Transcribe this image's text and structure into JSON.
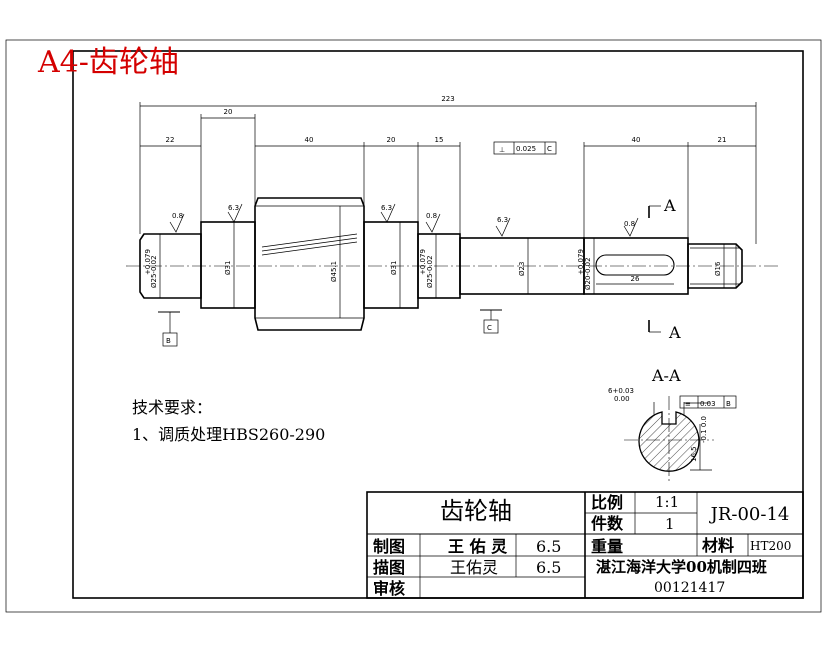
{
  "title": "A4-齿轮轴",
  "dimensions": {
    "overall": "223",
    "d22": "22",
    "d20a": "20",
    "d40a": "40",
    "d20b": "20",
    "d15": "15",
    "d40b": "40",
    "d21": "21",
    "d26": "26"
  },
  "roughness": [
    "0.8",
    "6.3",
    "6.3",
    "0.8",
    "6.3",
    "0.8"
  ],
  "diameters": {
    "d25a": "Ø25-0.02",
    "d25a_tol": "+0.079",
    "d31a": "Ø31",
    "d45": "Ø45.1",
    "d31b": "Ø31",
    "d25b": "Ø25-0.02",
    "d25b_tol": "+0.079",
    "d23": "Ø23",
    "d20": "Ø20-0.02",
    "d20_tol": "+0.079",
    "d16": "Ø16"
  },
  "tolerance_frame": {
    "symbol": "⊥",
    "value": "0.025",
    "datum": "C"
  },
  "datums": [
    "B",
    "C"
  ],
  "section_marks": {
    "upper": "A",
    "lower": "A"
  },
  "section_view": {
    "label": "A-A",
    "keyway": "6+0.03",
    "keyway_low": "0.00",
    "frame_symbol": "≡",
    "frame_value": "0.03",
    "frame_datum": "B",
    "depth1": "16.5",
    "depth2": "-0.1 0.0"
  },
  "requirements": {
    "heading": "技术要求：",
    "item1": "1、调质处理HBS260-290"
  },
  "title_block": {
    "part_name": "齿轮轴",
    "scale_label": "比例",
    "scale_value": "1:1",
    "drawing_no": "JR-00-14",
    "qty_label": "件数",
    "qty_value": "1",
    "drawn_label": "制图",
    "drawn_name": "王 佑 灵",
    "drawn_date": "6.5",
    "weight_label": "重量",
    "material_label": "材料",
    "material_value": "HT200",
    "traced_label": "描图",
    "traced_name": "王佑灵",
    "traced_date": "6.5",
    "school": "湛江海洋大学00机制四班",
    "review_label": "审核",
    "student_id": "00121417"
  }
}
